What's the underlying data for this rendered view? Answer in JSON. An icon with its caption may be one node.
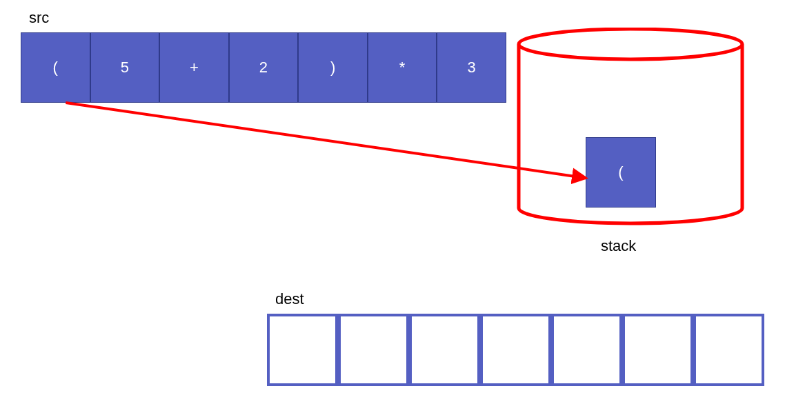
{
  "diagram": {
    "nodes": [
      {
        "text": [
          "src"
        ]
      },
      {
        "text": [
          "("
        ],
        "in": 0
      },
      {
        "text": [
          "5"
        ],
        "in": 0
      },
      {
        "text": [
          "+"
        ],
        "in": 0
      },
      {
        "text": [
          "2"
        ],
        "in": 0
      },
      {
        "text": [
          ")"
        ],
        "in": 0
      },
      {
        "text": [
          "*"
        ],
        "in": 0
      },
      {
        "text": [
          "3"
        ],
        "in": 0
      },
      {
        "text": [
          "stack"
        ]
      },
      {
        "text": [
          "("
        ],
        "in": 8
      },
      {
        "text": [
          "dest"
        ]
      },
      {
        "text": [],
        "shape": "box",
        "in": 10
      },
      {
        "text": [],
        "shape": "box",
        "in": 10
      },
      {
        "text": [],
        "shape": "box",
        "in": 10
      },
      {
        "text": [],
        "shape": "box",
        "in": 10
      },
      {
        "text": [],
        "shape": "box",
        "in": 10
      },
      {
        "text": [],
        "shape": "box",
        "in": 10
      },
      {
        "text": [],
        "shape": "box",
        "in": 10
      }
    ],
    "edges": [
      {
        "from": 1,
        "to": 9,
        "arrow": "to"
      }
    ]
  }
}
